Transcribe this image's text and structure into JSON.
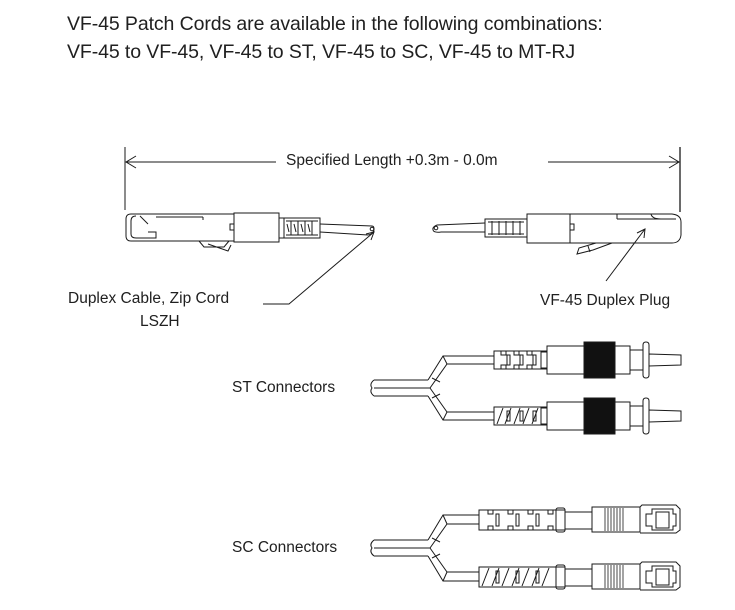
{
  "intro": {
    "line1": "VF-45 Patch Cords are available in the following combinations:",
    "line2": "VF-45 to VF-45, VF-45 to ST, VF-45 to SC, VF-45 to MT-RJ"
  },
  "dimension": {
    "label": "Specified Length +0.3m - 0.0m"
  },
  "callouts": {
    "cable_line1": "Duplex Cable, Zip Cord",
    "cable_line2": "LSZH",
    "plug": "VF-45 Duplex Plug"
  },
  "connector_groups": [
    {
      "label": "ST Connectors",
      "type": "ST"
    },
    {
      "label": "SC Connectors",
      "type": "SC"
    }
  ],
  "colors": {
    "line": "#1a1a1a",
    "text": "#202020",
    "background": "#ffffff"
  }
}
